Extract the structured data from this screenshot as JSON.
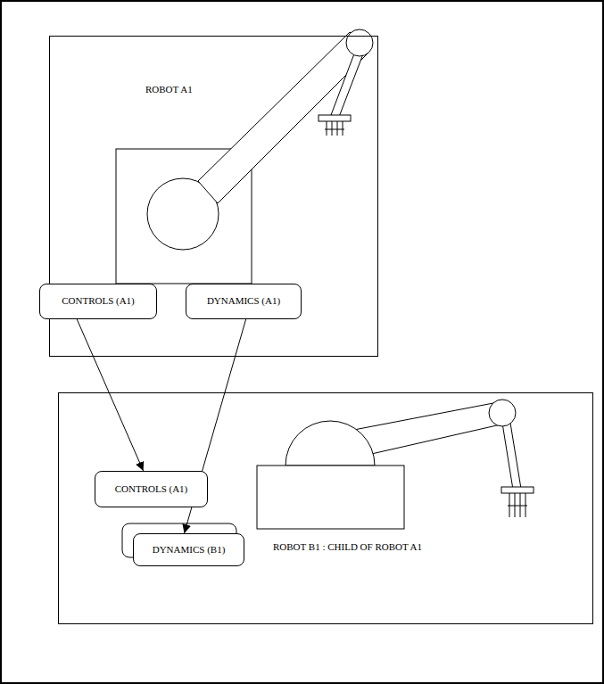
{
  "diagram": {
    "nodes": [
      {
        "text": [
          "ROBOT A1"
        ]
      },
      {
        "text": [
          "CONTROLS (A1)"
        ],
        "in": 0
      },
      {
        "text": [
          "DYNAMICS (A1)"
        ],
        "in": 0
      },
      {
        "text": [
          "ROBOT B1 : CHILD OF ROBOT A1"
        ]
      },
      {
        "text": [
          "CONTROLS (A1)"
        ],
        "in": 3
      },
      {
        "text": [
          "DYNAMICS (B1)"
        ],
        "in": 3
      }
    ],
    "edges": [
      {
        "from": 1,
        "to": 4,
        "arrow": "to"
      },
      {
        "from": 2,
        "to": 5,
        "arrow": "to"
      }
    ]
  }
}
